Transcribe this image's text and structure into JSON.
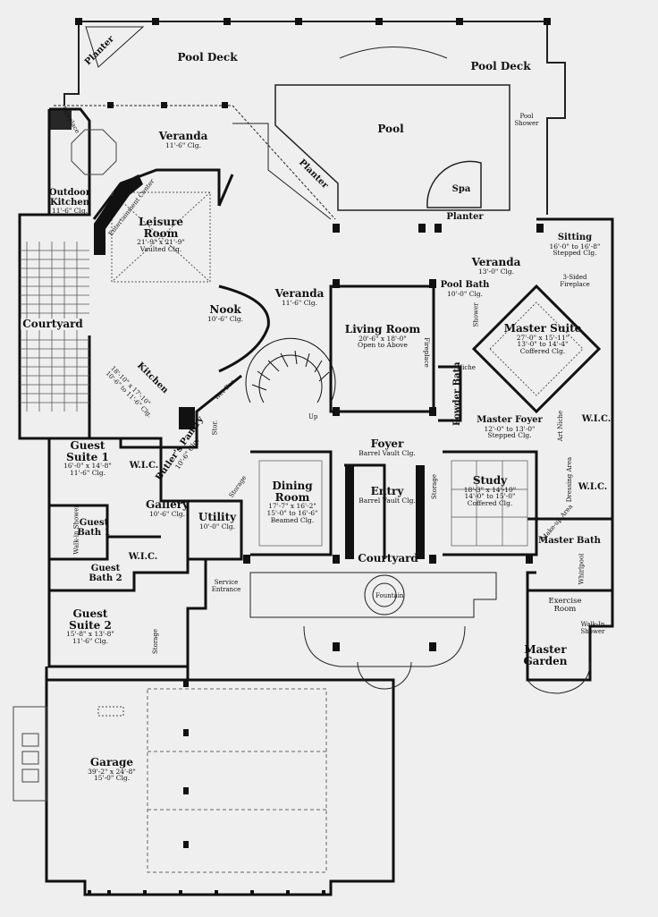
{
  "rooms": {
    "pool_deck_left": {
      "name": "Pool Deck",
      "dims": []
    },
    "pool_deck_right": {
      "name": "Pool Deck",
      "dims": []
    },
    "pool": {
      "name": "Pool",
      "dims": []
    },
    "spa": {
      "name": "Spa",
      "dims": []
    },
    "planter_top": {
      "name": "Planter",
      "dims": []
    },
    "planter_diag": {
      "name": "Planter",
      "dims": []
    },
    "planter_mid": {
      "name": "Planter",
      "dims": []
    },
    "veranda_left": {
      "name": "Veranda",
      "dims": [
        "11'-6\" Clg."
      ]
    },
    "outdoor_kitchen": {
      "name": "Outdoor Kitchen",
      "dims": [
        "11'-6\" Clg."
      ]
    },
    "leisure_room": {
      "name": "Leisure Room",
      "dims": [
        "21'-9\" x 21'-9\"",
        "Vaulted Clg."
      ]
    },
    "nook": {
      "name": "Nook",
      "dims": [
        "10'-6\" Clg."
      ]
    },
    "veranda_center": {
      "name": "Veranda",
      "dims": [
        "11'-6\" Clg."
      ]
    },
    "courtyard_left": {
      "name": "Courtyard",
      "dims": []
    },
    "kitchen": {
      "name": "Kitchen",
      "dims": [
        "18'-10\" x 17'-10\"",
        "10'-6\" to 11'-6\" Clg."
      ]
    },
    "living_room": {
      "name": "Living Room",
      "dims": [
        "20'-6\" x 18'-0\"",
        "Open to Above"
      ]
    },
    "veranda_right": {
      "name": "Veranda",
      "dims": [
        "13'-0\" Clg."
      ]
    },
    "pool_bath": {
      "name": "Pool Bath",
      "dims": [
        "10'-0\" Clg."
      ]
    },
    "sitting": {
      "name": "Sitting",
      "dims": [
        "16'-0\" to 16'-8\"",
        "Stepped Clg."
      ]
    },
    "master_suite": {
      "name": "Master Suite",
      "dims": [
        "27'-0\" x 15'-11\"",
        "13'-0\" to 14'-4\"",
        "Coffered Clg."
      ]
    },
    "powder_bath": {
      "name": "Powder Bath",
      "dims": []
    },
    "guest_suite_1": {
      "name": "Guest Suite 1",
      "dims": [
        "16'-0\" x 14'-8\"",
        "11'-6\" Clg."
      ]
    },
    "butlers_pantry": {
      "name": "Butler's Pantry",
      "dims": [
        "10'-6\" Clg."
      ]
    },
    "foyer": {
      "name": "Foyer",
      "dims": [
        "Barrel Vault Clg."
      ]
    },
    "master_foyer": {
      "name": "Master Foyer",
      "dims": [
        "12'-0\" to 13'-0\"",
        "Stepped Clg."
      ]
    },
    "wic_master_1": {
      "name": "W.I.C.",
      "dims": []
    },
    "wic_master_2": {
      "name": "W.I.C.",
      "dims": []
    },
    "wic_guest_1": {
      "name": "W.I.C.",
      "dims": []
    },
    "wic_guest_2": {
      "name": "W.I.C.",
      "dims": []
    },
    "dining_room": {
      "name": "Dining Room",
      "dims": [
        "17'-7\" x 16'-2\"",
        "15'-0\" to 16'-6\"",
        "Beamed Clg."
      ]
    },
    "entry": {
      "name": "Entry",
      "dims": [
        "Barrel Vault Clg."
      ]
    },
    "study": {
      "name": "Study",
      "dims": [
        "18'-3\" x 14'-10\"",
        "14'-0\" to 15'-0\"",
        "Coffered Clg."
      ]
    },
    "gallery": {
      "name": "Gallery",
      "dims": [
        "10'-6\" Clg."
      ]
    },
    "utility": {
      "name": "Utility",
      "dims": [
        "10'-0\" Clg."
      ]
    },
    "guest_bath_1": {
      "name": "Guest Bath 1",
      "dims": []
    },
    "guest_bath_2": {
      "name": "Guest Bath 2",
      "dims": []
    },
    "master_bath": {
      "name": "Master Bath",
      "dims": []
    },
    "courtyard_front": {
      "name": "Courtyard",
      "dims": []
    },
    "exercise_room": {
      "name": "Exercise Room",
      "dims": []
    },
    "master_garden": {
      "name": "Master Garden",
      "dims": []
    },
    "guest_suite_2": {
      "name": "Guest Suite 2",
      "dims": [
        "15'-8\" x 13'-8\"",
        "11'-6\" Clg."
      ]
    },
    "garage": {
      "name": "Garage",
      "dims": [
        "39'-2\" x 24'-8\"",
        "15'-0\" Clg."
      ]
    }
  },
  "annotations": {
    "fireplace_veranda": "Fireplace",
    "entertainment_center": "Entertainment Center",
    "pool_shower": "Pool Shower",
    "three_sided_fireplace": "3-Sided Fireplace",
    "fireplace_living": "Fireplace",
    "niche_powder": "Niche",
    "stair_up": "Up",
    "wet_bar": "Wet Bar",
    "storage_pantry": "Stor.",
    "storage_gallery": "Storage",
    "storage_entry": "Storage",
    "storage_guest": "Storage",
    "walk_in_shower_guest": "Walk-in Shower",
    "service_entrance": "Service Entrance",
    "fountain": "Fountain",
    "art_niche": "Art Niche",
    "dressing_area": "Dressing Area",
    "makeup_area": "Make-up Area",
    "whirlpool": "Whirlpool",
    "walk_in_shower_master": "Walk-In Shower",
    "shower": "Shower"
  },
  "colors": {
    "background": "#efefef",
    "wall": "#111111",
    "line": "#222222",
    "fill_dark": "#333333"
  }
}
